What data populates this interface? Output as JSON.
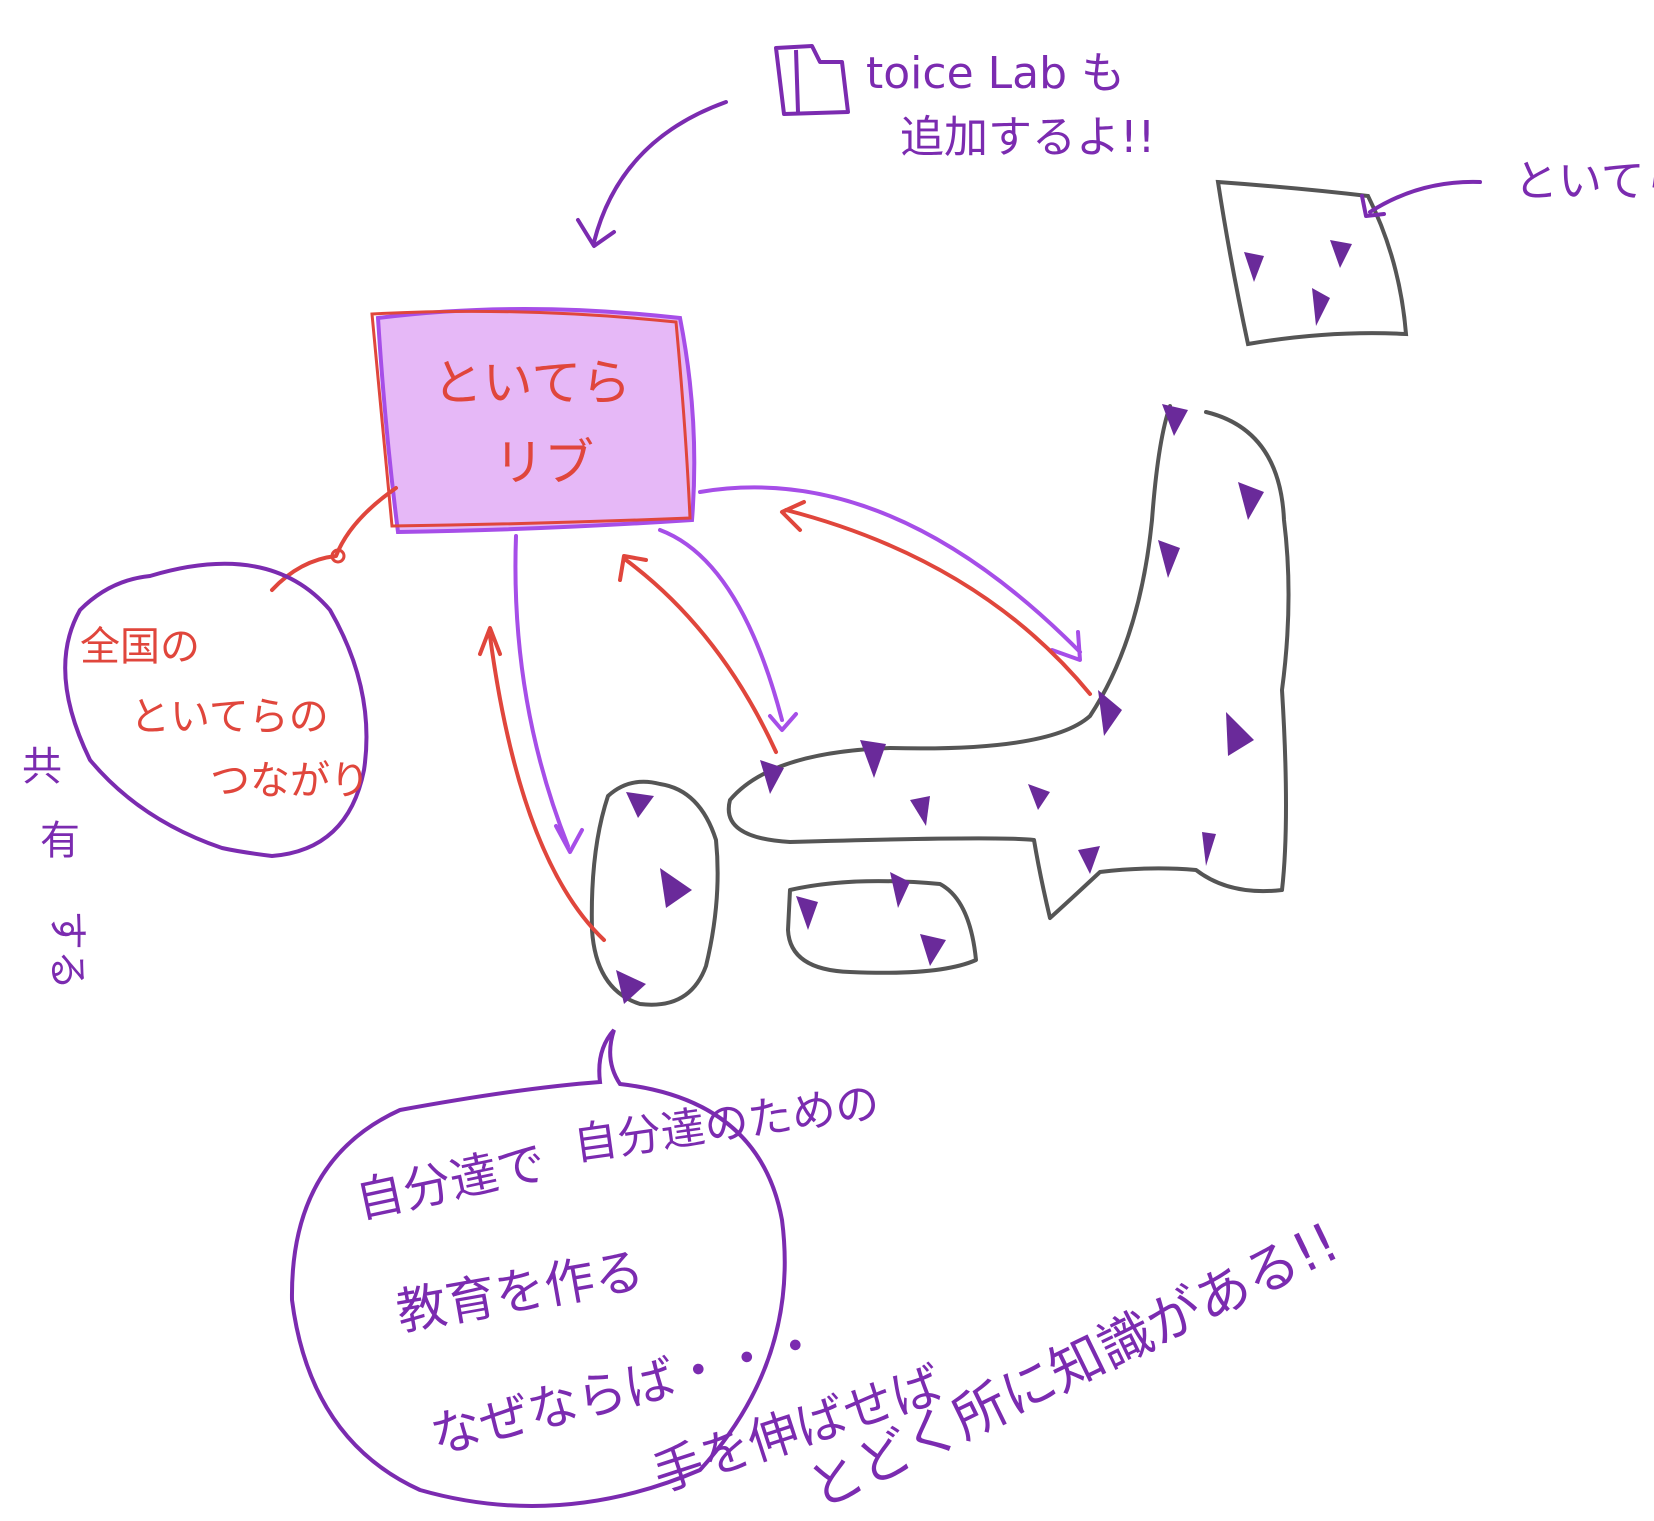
{
  "colors": {
    "purple_ink": "#7b2bb0",
    "purple_light": "#a64ee8",
    "red_ink": "#e0463c",
    "gray_outline": "#555555",
    "hub_fill": "#e6b8f7",
    "dot": "#6a2a9a"
  },
  "hub": {
    "line1": "といてら",
    "line2": "リブ"
  },
  "top_note": {
    "line1": "toice Lab も",
    "line2": "追加するよ!!"
  },
  "top_right_label": "といてら",
  "left_bubble": {
    "line1": "全国の",
    "line2": "といてらの",
    "line3": "つながり"
  },
  "share_label": {
    "line1": "共",
    "line2": "有",
    "line3": "する"
  },
  "bottom_bubble": {
    "line1": "自分達で",
    "line1b": "自分達のための",
    "line2": "教育を作る",
    "line3": "なぜならば・・・"
  },
  "bottom_right": {
    "line1": "手を伸ばせば",
    "line2": "とどく所に知識がある!!"
  },
  "icons": [
    "notebook-icon"
  ]
}
